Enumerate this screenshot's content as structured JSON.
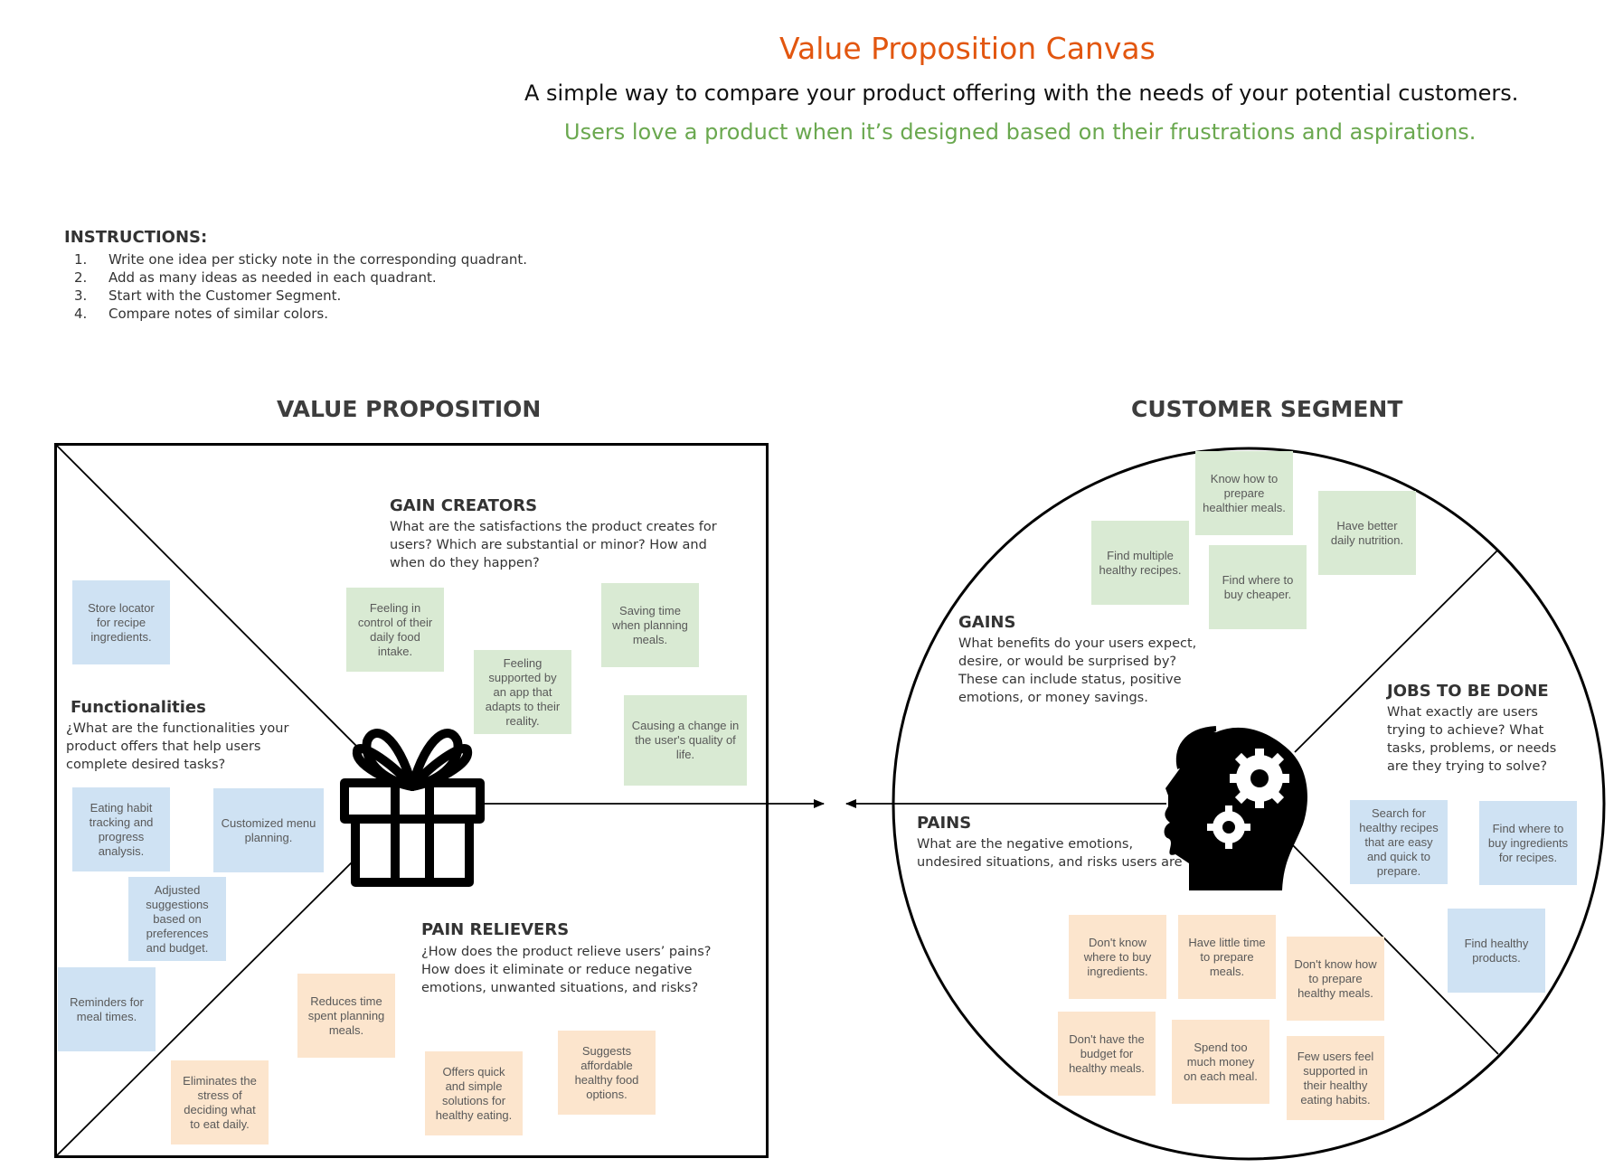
{
  "header": {
    "title": "Value Proposition Canvas",
    "subtitle": "A simple way to compare your product offering with the needs of your potential customers.",
    "tagline": "Users love a product when it’s designed based on their frustrations and aspirations."
  },
  "instructions": {
    "heading": "INSTRUCTIONS:",
    "items": [
      {
        "num": "1.",
        "text": "Write one idea per sticky note in the corresponding quadrant."
      },
      {
        "num": "2.",
        "text": "Add as many ideas as needed in each quadrant."
      },
      {
        "num": "3.",
        "text": "Start with the Customer Segment."
      },
      {
        "num": "4.",
        "text": "Compare notes of similar colors."
      }
    ]
  },
  "value_proposition": {
    "heading": "VALUE PROPOSITION",
    "icon": "gift-icon",
    "gain_creators": {
      "title": "GAIN CREATORS",
      "description": "What are the satisfactions the product creates for users? Which are substantial or minor? How and when do they happen?"
    },
    "functionalities": {
      "title": "Functionalities",
      "description": "¿What are the functionalities your product offers that help users complete desired tasks?"
    },
    "pain_relievers": {
      "title": "PAIN RELIEVERS",
      "description": "¿How does the product relieve users’ pains? How does it eliminate or reduce negative emotions, unwanted situations, and risks?"
    },
    "notes": {
      "store_locator": "Store locator for recipe ingredients.",
      "eating_habit": "Eating habit tracking and progress analysis.",
      "customized_menu": "Customized menu planning.",
      "adjusted_suggestions": "Adjusted suggestions based on preferences and budget.",
      "reminders": "Reminders for meal times.",
      "feeling_control": "Feeling in control of their daily food intake.",
      "feeling_supported": "Feeling supported by an app that adapts to their reality.",
      "saving_time": "Saving time when planning meals.",
      "causing_change": "Causing a change in the user's quality of life.",
      "reduces_time": "Reduces time spent planning meals.",
      "eliminates_stress": "Eliminates the stress of deciding what to eat daily.",
      "offers_quick": "Offers quick and simple solutions for healthy eating.",
      "suggests_affordable": "Suggests affordable healthy food options."
    }
  },
  "customer_segment": {
    "heading": "CUSTOMER SEGMENT",
    "icon": "head-gears-icon",
    "gains": {
      "title": "GAINS",
      "description": "What benefits do your users expect, desire, or would be surprised by? These can include status, positive emotions, or money savings."
    },
    "jobs": {
      "title": "JOBS TO BE DONE",
      "description": "What exactly are users trying to achieve? What tasks, problems, or needs are they trying to solve?"
    },
    "pains": {
      "title": "PAINS",
      "description": "What are the negative emotions, undesired situations, and risks users are trying to avoid?"
    },
    "notes": {
      "know_how": "Know how to prepare healthier meals.",
      "find_multiple": "Find multiple healthy recipes.",
      "find_cheaper": "Find where to buy cheaper.",
      "better_nutrition": "Have better daily nutrition.",
      "search_recipes": "Search for healthy recipes that are easy and quick to prepare.",
      "find_ingredients": "Find where to buy ingredients for recipes.",
      "find_products": "Find healthy products.",
      "dont_know_buy": "Don't know where to buy ingredients.",
      "little_time": "Have little time to prepare meals.",
      "dont_know_prepare": "Don't know how to prepare healthy meals.",
      "no_budget": "Don't have the budget for healthy meals.",
      "spend_too_much": "Spend too much money on each meal.",
      "few_supported": "Few users feel supported in their healthy eating habits."
    }
  },
  "colors": {
    "title": "#e2560f",
    "tagline": "#6aa84f",
    "note_blue": "#cfe2f3",
    "note_green": "#d9ead3",
    "note_orange": "#fce5cd"
  }
}
